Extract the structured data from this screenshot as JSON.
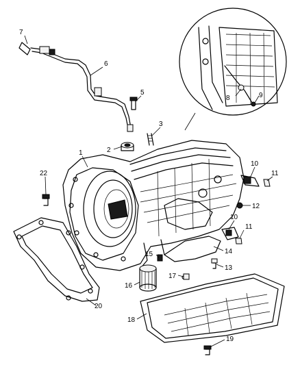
{
  "callouts": {
    "c1": "1",
    "c2": "2",
    "c3": "3",
    "c5": "5",
    "c6": "6",
    "c7": "7",
    "c8": "8",
    "c9": "9",
    "c10a": "10",
    "c10b": "10",
    "c11a": "11",
    "c11b": "11",
    "c12": "12",
    "c13": "13",
    "c14": "14",
    "c15": "15",
    "c16": "16",
    "c17": "17",
    "c18": "18",
    "c19": "19",
    "c20": "20",
    "c22": "22"
  }
}
